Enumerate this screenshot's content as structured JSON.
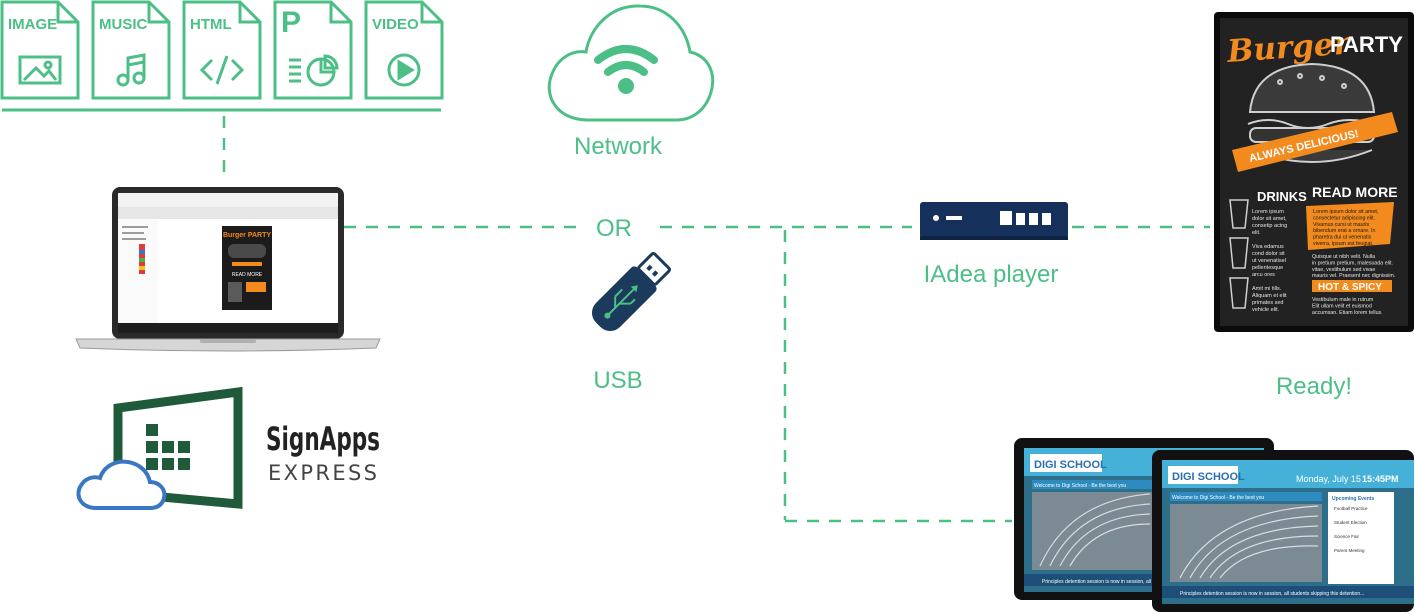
{
  "files": [
    {
      "label": "IMAGE",
      "icon": "image-icon"
    },
    {
      "label": "MUSIC",
      "icon": "music-note-icon"
    },
    {
      "label": "HTML",
      "icon": "code-icon"
    },
    {
      "label": "P",
      "icon": "presentation-icon"
    },
    {
      "label": "VIDEO",
      "icon": "play-icon"
    }
  ],
  "labels": {
    "network": "Network",
    "or": "OR",
    "usb": "USB",
    "player": "IAdea player",
    "ready": "Ready!"
  },
  "logo": {
    "line1": "SignApps",
    "line2": "EXPRESS"
  },
  "laptop_screen": {
    "title": "Burger PARTY",
    "subtitle": "READ MORE"
  },
  "burger_poster": {
    "title_script": "Burger",
    "title_bold": "PARTY",
    "banner": "ALWAYS DELICIOUS!",
    "col1_head": "DRINKS",
    "col1_text": [
      "Lorem ipsum",
      "dolor sit amet,",
      "consetip acing",
      "elit.",
      "",
      "Viva edamus",
      "cond dolor sit",
      "ut venenatisel",
      "pellentesque",
      "arcu ores",
      "",
      "Amit mi tills.",
      "Aliquam et elit",
      "primates sed",
      "vehicle elit."
    ],
    "col2_head": "READ MORE",
    "col2_text": [
      "Lorem ipsum dolor sit amet,",
      "consectetur adipiscing elit.",
      "Vivamus cursi ut mauris",
      "bibendum erat a ornare. In",
      "pharetra dui ut venenatis",
      "viverra, ipsum est feugiat."
    ],
    "col2_text_b": [
      "Quisque ut nibh velit. Nulla",
      "in pretium pretium, malesuada elit.",
      "vitae, vestibulum sed vivae",
      "mauris vel. Praesent nec dignissim."
    ],
    "hot_label": "HOT & SPICY",
    "col2_text_c": [
      "Vestibulum male in rutrum",
      "Elit ullam velit et euismod",
      "accumsan. Etiam lorem tellus."
    ]
  },
  "tablet_back": {
    "brand": "DIGI SCHOOL",
    "welcome": "Welcome to Digi School - Be the best you",
    "ticker": "Principles detention session is now in session, all students skipping this detention..."
  },
  "tablet_front": {
    "brand": "DIGI SCHOOL",
    "date": "Monday, July 15",
    "time": "15:45PM",
    "welcome": "Welcome to Digi School - Be the best you",
    "ticker": "Principles detention session is now in session, all students skipping this detention...",
    "side_head": "Upcoming Events",
    "side_items": [
      "Football Practice",
      "Student Election",
      "Science Fair",
      "Parent Meeting"
    ]
  },
  "colors": {
    "accent": "#4cbf86",
    "logo_green": "#1f5a3a",
    "logo_blue": "#3a77c2",
    "usb_navy": "#1b3a5c",
    "player_navy": "#15305a",
    "poster_orange": "#f28a1e"
  }
}
